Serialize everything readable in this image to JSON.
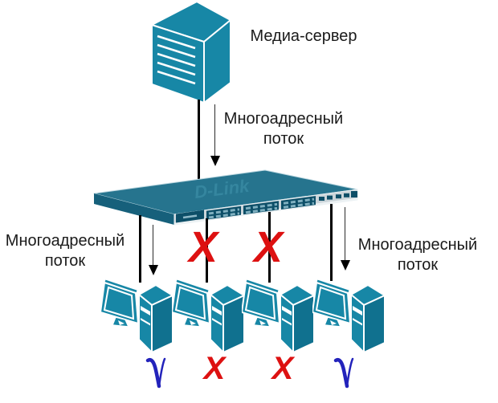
{
  "nodes": {
    "server_label": "Медиа-сервер",
    "switch_brand": "D-Link"
  },
  "labels": {
    "stream_top": "Многоадресный\nпоток",
    "stream_left": "Многоадресный\nпоток",
    "stream_right": "Многоадресный\nпоток"
  },
  "marks": {
    "blocked_symbol": "X",
    "results": [
      "pass",
      "blocked",
      "blocked",
      "pass"
    ]
  },
  "colors": {
    "device_teal": "#1787A6",
    "switch_top_teal": "#26748E",
    "panel_gray": "#CBD5DA",
    "blocked_red": "#DD1111",
    "pass_blue": "#2323BB",
    "line_black": "#000000"
  },
  "icons": {
    "server": "server-tower-icon",
    "switch": "ethernet-switch-icon",
    "client": "desktop-computer-icon",
    "pass": "check-icon",
    "blocked": "x-mark"
  }
}
